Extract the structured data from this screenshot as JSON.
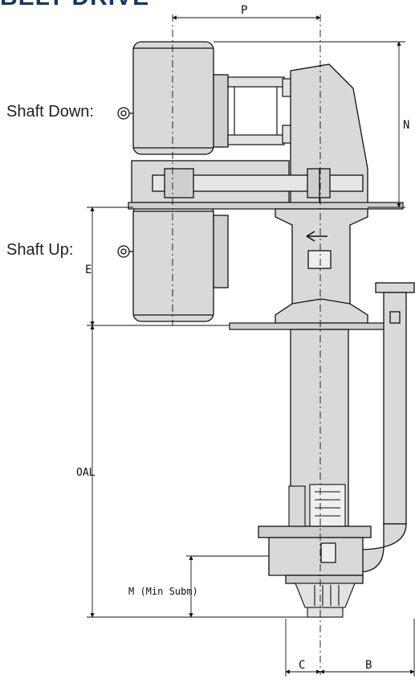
{
  "heading": "BELT DRIVE",
  "labels": {
    "shaft_down": "Shaft Down:",
    "shaft_up": "Shaft Up:"
  },
  "dimensions": {
    "p": "P",
    "n": "N",
    "e": "E",
    "oal": "OAL",
    "m": "M (Min Subm)",
    "c": "C",
    "b": "B"
  },
  "colors": {
    "heading": "#17375e",
    "body_fill": "#d9d9d9",
    "outline": "#111111"
  }
}
